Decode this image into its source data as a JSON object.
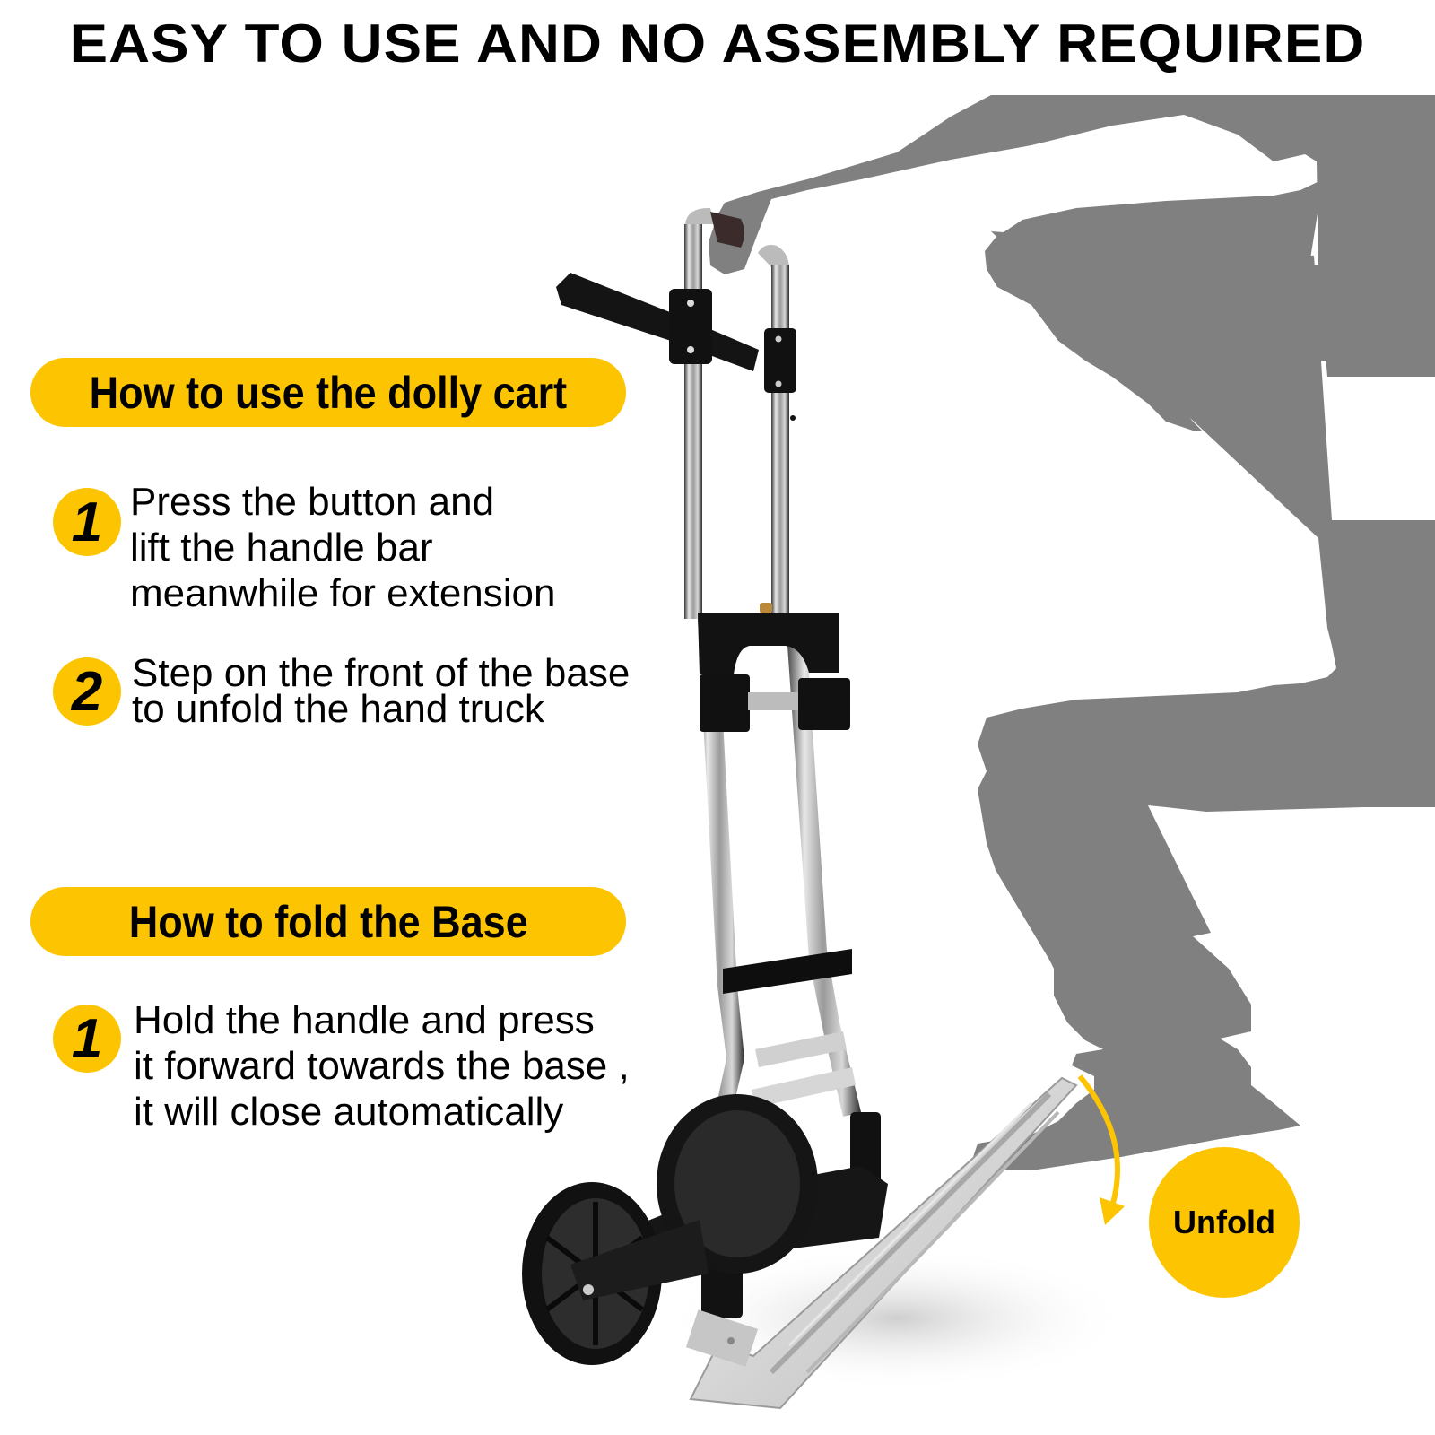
{
  "headline": "EASY TO USE AND NO ASSEMBLY REQUIRED",
  "sections": [
    {
      "title": "How to use the dolly cart",
      "steps": [
        {
          "number": "1",
          "lines": [
            "Press the button and",
            "lift the handle bar",
            "meanwhile for extension"
          ]
        },
        {
          "number": "2",
          "lines": [
            "Step on the front of the base",
            "to unfold the hand truck"
          ]
        }
      ]
    },
    {
      "title": "How to fold the Base",
      "steps": [
        {
          "number": "1",
          "lines": [
            "Hold the handle and press",
            "it forward towards the base ,",
            "it will close automatically"
          ]
        }
      ]
    }
  ],
  "callout": {
    "label": "Unfold",
    "icon": "curved-arrow-down-icon"
  },
  "colors": {
    "accent_yellow": "#fdc402",
    "silhouette_gray": "#808080",
    "text": "#000000",
    "background": "#ffffff"
  },
  "illustration": {
    "subject": "folding hand truck dolly",
    "silhouette": "person stepping on base while holding handle"
  }
}
